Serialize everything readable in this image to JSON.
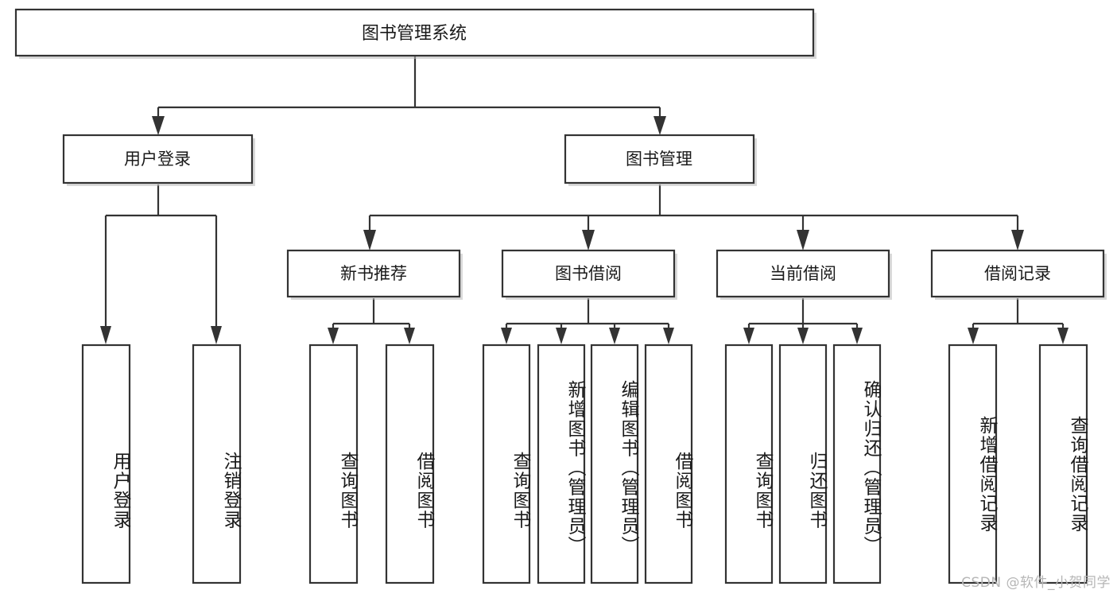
{
  "diagram": {
    "title": "图书管理系统",
    "type": "tree-hierarchy",
    "watermark": "CSDN @软件_小贺同学",
    "colors": {
      "box_stroke": "#333333",
      "box_fill": "#ffffff",
      "connector": "#333333",
      "text": "#1a1a1a",
      "shadow": "#b9b9b9",
      "watermark": "#b6b6b6",
      "background": "#ffffff"
    },
    "root": {
      "label": "图书管理系统"
    },
    "level2": [
      {
        "label": "用户登录"
      },
      {
        "label": "图书管理"
      }
    ],
    "level3": [
      {
        "label": "新书推荐"
      },
      {
        "label": "图书借阅"
      },
      {
        "label": "当前借阅"
      },
      {
        "label": "借阅记录"
      }
    ],
    "leaves": {
      "user_login": [
        {
          "label": "用户登录"
        },
        {
          "label": "注销登录"
        }
      ],
      "new_book_recommend": [
        {
          "label": "查询图书"
        },
        {
          "label": "借阅图书"
        }
      ],
      "book_borrow": [
        {
          "label": "查询图书"
        },
        {
          "label": "新增图书（管理员）"
        },
        {
          "label": "编辑图书（管理员）"
        },
        {
          "label": "借阅图书"
        }
      ],
      "current_borrow": [
        {
          "label": "查询图书"
        },
        {
          "label": "归还图书"
        },
        {
          "label": "确认归还（管理员）"
        }
      ],
      "borrow_record": [
        {
          "label": "新增借阅记录"
        },
        {
          "label": "查询借阅记录"
        }
      ]
    }
  }
}
